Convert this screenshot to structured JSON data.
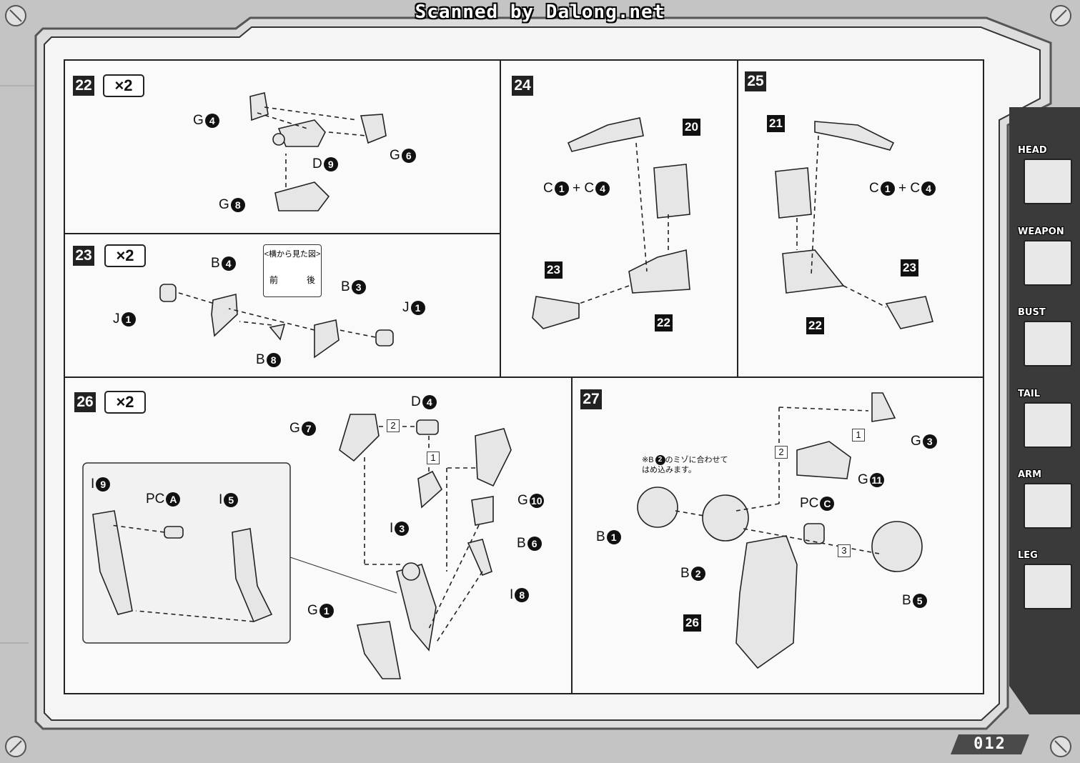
{
  "watermark": "Scanned by Dalong.net",
  "page_number": "012",
  "side_tabs": [
    {
      "label": "HEAD",
      "icon": "head-part-icon"
    },
    {
      "label": "WEAPON",
      "icon": "weapon-part-icon"
    },
    {
      "label": "BUST",
      "icon": "bust-part-icon"
    },
    {
      "label": "TAIL",
      "icon": "tail-part-icon"
    },
    {
      "label": "ARM",
      "icon": "arm-part-icon"
    },
    {
      "label": "LEG",
      "icon": "leg-part-icon"
    }
  ],
  "step22": {
    "number": "22",
    "multiplier": "×2",
    "parts": [
      {
        "letter": "G",
        "num": "4"
      },
      {
        "letter": "G",
        "num": "6"
      },
      {
        "letter": "D",
        "num": "9"
      },
      {
        "letter": "G",
        "num": "8"
      }
    ]
  },
  "step23": {
    "number": "23",
    "multiplier": "×2",
    "side_view": {
      "title": "<横から見た図>",
      "front": "前",
      "back": "後"
    },
    "parts": [
      {
        "letter": "B",
        "num": "4"
      },
      {
        "letter": "B",
        "num": "3"
      },
      {
        "letter": "J",
        "num": "1"
      },
      {
        "letter": "J",
        "num": "1"
      },
      {
        "letter": "B",
        "num": "8"
      }
    ]
  },
  "step24": {
    "number": "24",
    "combo": {
      "a_letter": "C",
      "a_num": "1",
      "plus": "+",
      "b_letter": "C",
      "b_num": "4"
    },
    "refs": [
      "20",
      "23",
      "22"
    ]
  },
  "step25": {
    "number": "25",
    "combo": {
      "a_letter": "C",
      "a_num": "1",
      "plus": "+",
      "b_letter": "C",
      "b_num": "4"
    },
    "refs": [
      "21",
      "23",
      "22"
    ]
  },
  "step26": {
    "number": "26",
    "multiplier": "×2",
    "parts": [
      {
        "letter": "D",
        "num": "4"
      },
      {
        "letter": "G",
        "num": "7"
      },
      {
        "letter": "G",
        "num": "10"
      },
      {
        "letter": "I",
        "num": "3"
      },
      {
        "letter": "B",
        "num": "6"
      },
      {
        "letter": "I",
        "num": "8"
      },
      {
        "letter": "G",
        "num": "1"
      }
    ],
    "inset_parts": [
      {
        "letter": "I",
        "num": "9"
      },
      {
        "letter": "PC",
        "num": "A"
      },
      {
        "letter": "I",
        "num": "5"
      }
    ],
    "order": [
      "2",
      "1"
    ]
  },
  "step27": {
    "number": "27",
    "note_line1": "※B",
    "note_num": "2",
    "note_line1_rest": "のミゾに合わせて",
    "note_line2": "はめ込みます。",
    "parts": [
      {
        "letter": "G",
        "num": "3"
      },
      {
        "letter": "G",
        "num": "11"
      },
      {
        "letter": "PC",
        "num": "C"
      },
      {
        "letter": "B",
        "num": "1"
      },
      {
        "letter": "B",
        "num": "2"
      },
      {
        "letter": "B",
        "num": "5"
      }
    ],
    "ref": "26",
    "order": [
      "1",
      "2",
      "3"
    ]
  }
}
